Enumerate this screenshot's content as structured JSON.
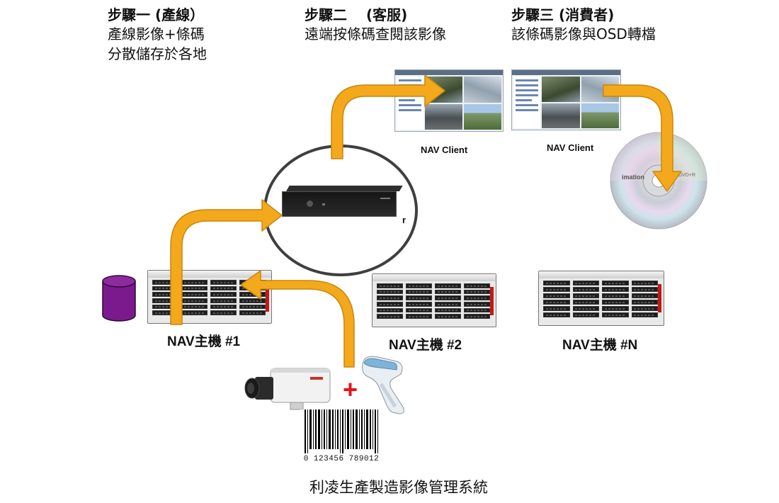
{
  "steps": [
    {
      "title": "步驟一 (產線）",
      "lines": [
        "產線影像+條碼",
        "分散儲存於各地"
      ]
    },
    {
      "title": "步驟二 　(客服)",
      "lines": [
        "遠端按條碼查閱該影像"
      ]
    },
    {
      "title": "步驟三 (消費者)",
      "lines": [
        "該條碼影像與OSD轉檔"
      ]
    }
  ],
  "clients": [
    {
      "label": "NAV Client"
    },
    {
      "label": "NAV Client"
    }
  ],
  "central_server": {
    "label_fragment": "r"
  },
  "hosts": [
    {
      "label": "NAV主機 #1"
    },
    {
      "label": "NAV主機 #2"
    },
    {
      "label": "NAV主機 #N"
    }
  ],
  "dvd": {
    "brand": "imation",
    "format": "DVD+R"
  },
  "barcode": {
    "number": "0 123456 789012"
  },
  "plus_sign": "+",
  "caption": "利凌生產製造影像管理系統",
  "colors": {
    "arrow": "#f4a91c",
    "arrow_stroke": "#c9860b",
    "database": "#7a1a8c",
    "plus": "#e4141b"
  }
}
